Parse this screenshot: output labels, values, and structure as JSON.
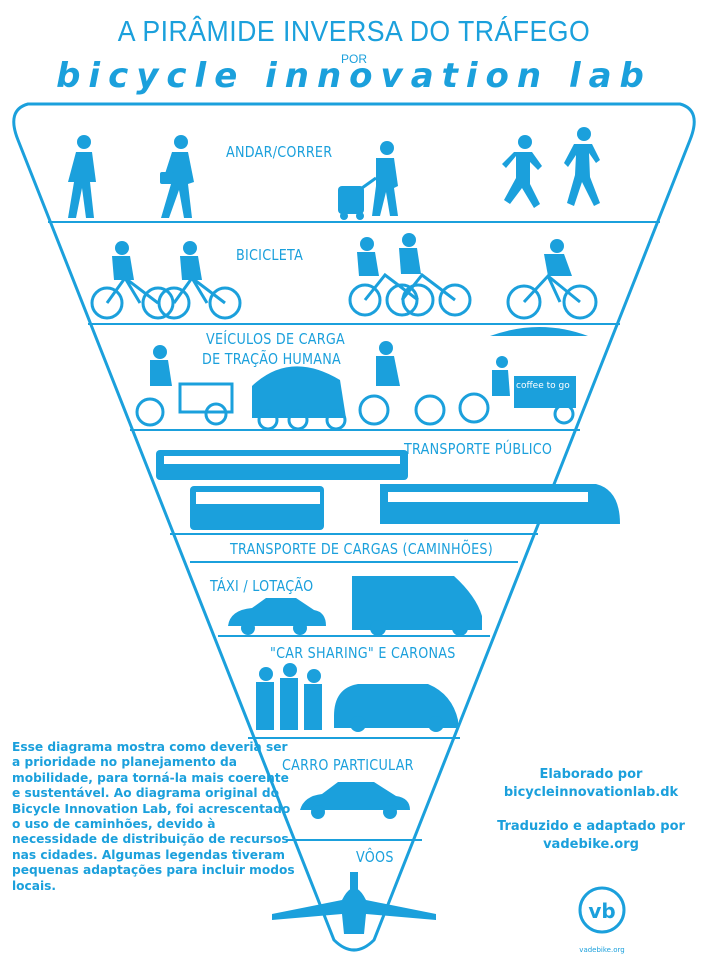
{
  "header": {
    "title": "A PIRÂMIDE INVERSA DO TRÁFEGO",
    "by": "POR",
    "brand": "bicycle innovation lab"
  },
  "levels": [
    {
      "label": "ANDAR/CORRER"
    },
    {
      "label": "BICICLETA"
    },
    {
      "label_line1": "VEÍCULOS DE CARGA",
      "label_line2": "DE TRAÇÃO HUMANA",
      "sign": "coffee to go"
    },
    {
      "label": "TRANSPORTE PÚBLICO"
    },
    {
      "label": "TRANSPORTE DE CARGAS (CAMINHÕES)"
    },
    {
      "label": "TÁXI / LOTAÇÃO"
    },
    {
      "label": "\"CAR SHARING\" E CARONAS"
    },
    {
      "label": "CARRO PARTICULAR"
    },
    {
      "label": "VÔOS"
    }
  ],
  "description": "Esse diagrama mostra como deveria ser a prioridade no planejamento da mobilidade, para torná-la mais coerente e sustentável. Ao diagrama original do Bicycle Innovation Lab, foi acrescentado o uso de caminhões, devido à necessidade de distribuição de recursos nas cidades. Algumas legendas tiveram pequenas adaptações para incluir modos locais.",
  "credits": {
    "line1": "Elaborado por",
    "line2": "bicycleinnovationlab.dk",
    "line3": "Traduzido e adaptado por",
    "line4": "vadebike.org"
  },
  "logo": {
    "text": "vadebike.org",
    "mark": "vb"
  },
  "colors": {
    "primary": "#1ba0dc",
    "background": "#ffffff"
  }
}
